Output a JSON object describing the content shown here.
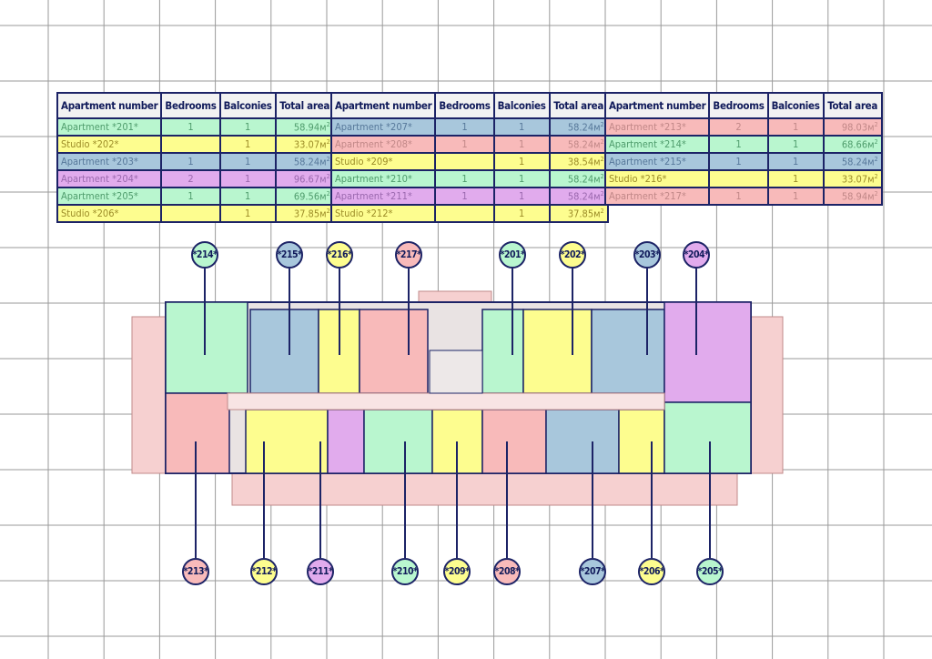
{
  "colors": {
    "green": "#b9f6cf",
    "yellow": "#fdfd8f",
    "blue": "#a8c7dc",
    "purple": "#e1abed",
    "pink": "#f8baba",
    "line": "#1c2366"
  },
  "tables": [
    {
      "headers": [
        "Apartment number",
        "Bedrooms",
        "Balconies",
        "Total area"
      ],
      "rows": [
        {
          "name": "Apartment *201*",
          "bedrooms": "1",
          "balconies": "1",
          "area": "58.94м",
          "color": "green"
        },
        {
          "name": "Studio *202*",
          "bedrooms": "",
          "balconies": "1",
          "area": "33.07м",
          "color": "yellow"
        },
        {
          "name": "Apartment *203*",
          "bedrooms": "1",
          "balconies": "1",
          "area": "58.24м",
          "color": "blue"
        },
        {
          "name": "Apartment *204*",
          "bedrooms": "2",
          "balconies": "1",
          "area": "96.67м",
          "color": "purple"
        },
        {
          "name": "Apartment *205*",
          "bedrooms": "1",
          "balconies": "1",
          "area": "69.56м",
          "color": "green"
        },
        {
          "name": "Studio *206*",
          "bedrooms": "",
          "balconies": "1",
          "area": "37.85м",
          "color": "yellow"
        }
      ]
    },
    {
      "headers": [
        "Apartment number",
        "Bedrooms",
        "Balconies",
        "Total area"
      ],
      "rows": [
        {
          "name": "Apartment *207*",
          "bedrooms": "1",
          "balconies": "1",
          "area": "58.24м",
          "color": "blue"
        },
        {
          "name": "Apartment *208*",
          "bedrooms": "1",
          "balconies": "1",
          "area": "58.24м",
          "color": "pink"
        },
        {
          "name": "Studio *209*",
          "bedrooms": "",
          "balconies": "1",
          "area": "38.54м",
          "color": "yellow"
        },
        {
          "name": "Apartment *210*",
          "bedrooms": "1",
          "balconies": "1",
          "area": "58.24м",
          "color": "green"
        },
        {
          "name": "Apartment *211*",
          "bedrooms": "1",
          "balconies": "1",
          "area": "58.24м",
          "color": "purple"
        },
        {
          "name": "Studio *212*",
          "bedrooms": "",
          "balconies": "1",
          "area": "37.85м",
          "color": "yellow"
        }
      ]
    },
    {
      "headers": [
        "Apartment number",
        "Bedrooms",
        "Balconies",
        "Total area"
      ],
      "rows": [
        {
          "name": "Apartment *213*",
          "bedrooms": "2",
          "balconies": "1",
          "area": "98.03м",
          "color": "pink"
        },
        {
          "name": "Apartment *214*",
          "bedrooms": "1",
          "balconies": "1",
          "area": "68.66м",
          "color": "green"
        },
        {
          "name": "Apartment *215*",
          "bedrooms": "1",
          "balconies": "1",
          "area": "58.24м",
          "color": "blue"
        },
        {
          "name": "Studio *216*",
          "bedrooms": "",
          "balconies": "1",
          "area": "33.07м",
          "color": "yellow"
        },
        {
          "name": "Apartment *217*",
          "bedrooms": "1",
          "balconies": "1",
          "area": "58.94м",
          "color": "pink"
        }
      ]
    }
  ],
  "area_unit_exponent": "2",
  "tags_top": [
    {
      "label": "*214*",
      "color": "green"
    },
    {
      "label": "*215*",
      "color": "blue"
    },
    {
      "label": "*216*",
      "color": "yellow"
    },
    {
      "label": "*217*",
      "color": "pink"
    },
    {
      "label": "*201*",
      "color": "green"
    },
    {
      "label": "*202*",
      "color": "yellow"
    },
    {
      "label": "*203*",
      "color": "blue"
    },
    {
      "label": "*204*",
      "color": "purple"
    }
  ],
  "tags_bottom": [
    {
      "label": "*213*",
      "color": "pink"
    },
    {
      "label": "*212*",
      "color": "yellow"
    },
    {
      "label": "*211*",
      "color": "purple"
    },
    {
      "label": "*210*",
      "color": "green"
    },
    {
      "label": "*209*",
      "color": "yellow"
    },
    {
      "label": "*208*",
      "color": "pink"
    },
    {
      "label": "*207*",
      "color": "blue"
    },
    {
      "label": "*206*",
      "color": "yellow"
    },
    {
      "label": "*205*",
      "color": "green"
    }
  ]
}
